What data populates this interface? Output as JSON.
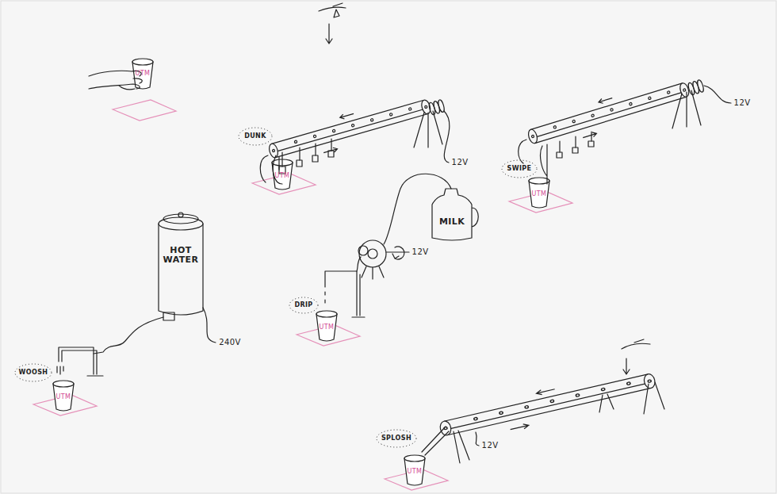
{
  "diagram": {
    "labels": [
      "UTM",
      "12V",
      "DUNK",
      "UTM",
      "12V",
      "SWIPE",
      "UTM",
      "HOT WATER",
      "240V",
      "WOOSH",
      "UTM",
      "12V",
      "MILK",
      "DRIP",
      "UTM",
      "12V",
      "SPLOSH",
      "UTM"
    ]
  }
}
